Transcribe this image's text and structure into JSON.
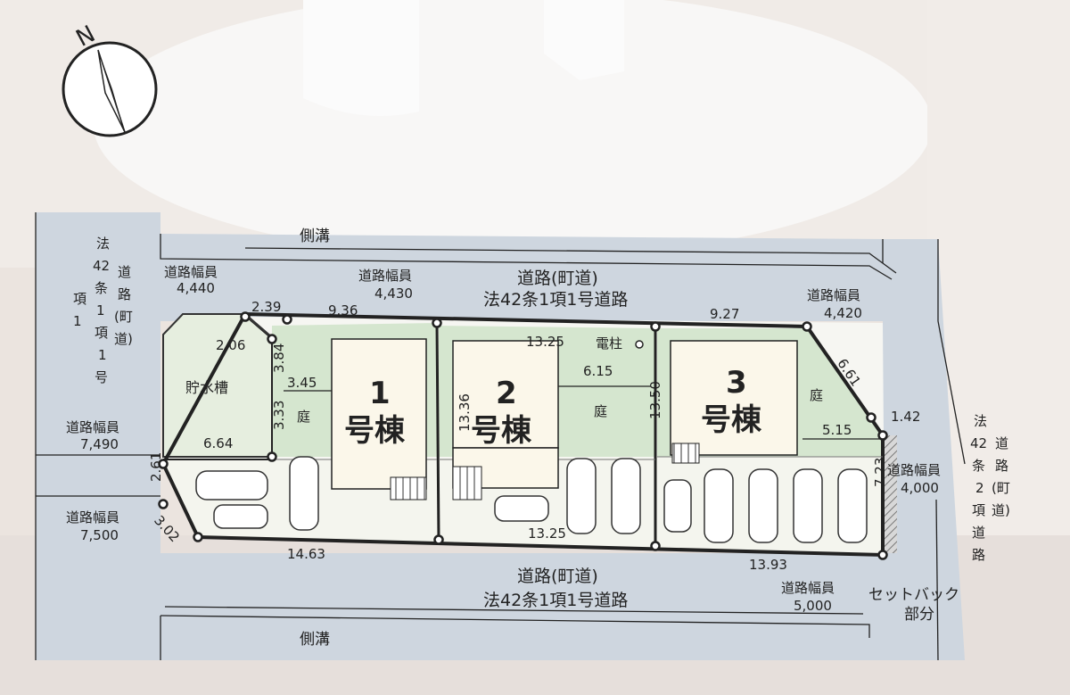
{
  "compass": {
    "north_label": "N",
    "icon": "north-arrow-icon"
  },
  "roads": {
    "west": {
      "lines": [
        "法",
        "42",
        "条",
        "1",
        "項",
        "1",
        "号"
      ],
      "lines2": [
        "道",
        "路",
        "(町",
        "道)"
      ]
    },
    "east": {
      "lines": [
        "法",
        "42",
        "条",
        "2",
        "項",
        "道",
        "路"
      ],
      "lines2": [
        "(町",
        "道)"
      ]
    },
    "north_name": "道路(町道)",
    "north_law": "法42条1項1号道路",
    "south_name": "道路(町道)",
    "south_law": "法42条1項1号道路",
    "gutter_north": "側溝",
    "gutter_south": "側溝"
  },
  "road_widths": [
    {
      "label": "道路幅員",
      "value": "4,440"
    },
    {
      "label": "道路幅員",
      "value": "4,430"
    },
    {
      "label": "道路幅員",
      "value": "4,420"
    },
    {
      "label": "道路幅員",
      "value": "7,490"
    },
    {
      "label": "道路幅員",
      "value": "7,500"
    },
    {
      "label": "道路幅員",
      "value": "4,000"
    },
    {
      "label": "道路幅員",
      "value": "5,000"
    }
  ],
  "setback": {
    "line1": "セットバック",
    "line2": "部分"
  },
  "tank": {
    "label": "貯水槽"
  },
  "pole": {
    "label": "電柱"
  },
  "buildings": [
    {
      "num": "1",
      "name": "号棟"
    },
    {
      "num": "2",
      "name": "号棟"
    },
    {
      "num": "3",
      "name": "号棟"
    }
  ],
  "gardens": [
    "庭",
    "庭",
    "庭"
  ],
  "dimensions": {
    "d_239": "2.39",
    "d_936": "9.36",
    "d_927": "9.27",
    "d_206": "2.06",
    "d_384": "3.84",
    "d_345": "3.45",
    "d_333": "3.33",
    "d_664": "6.64",
    "d_1325_top": "13.25",
    "d_615": "6.15",
    "d_1336": "13.36",
    "d_1350": "13.50",
    "d_661": "6.61",
    "d_142": "1.42",
    "d_515": "5.15",
    "d_723": "7.23",
    "d_261": "2.61",
    "d_302": "3.02",
    "d_1463": "14.63",
    "d_1325_bottom": "13.25",
    "d_1393": "13.93"
  }
}
